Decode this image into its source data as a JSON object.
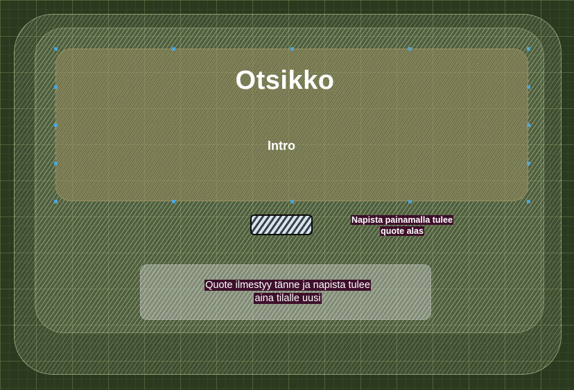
{
  "header": {
    "title": "Otsikko",
    "intro": "Intro"
  },
  "quote_button": {
    "icon": "hatched-button"
  },
  "note": {
    "line1": "Napista painamalla tulee",
    "line2": "quote alas"
  },
  "quote_area": {
    "line1": "Quote ilmestyy tänne ja napista tulee",
    "line2": "aina tilalle uusi"
  },
  "colors": {
    "background": "#2b3a1f",
    "selection_handle": "#4ea6d8",
    "label_highlight": "#3e0f2b"
  }
}
